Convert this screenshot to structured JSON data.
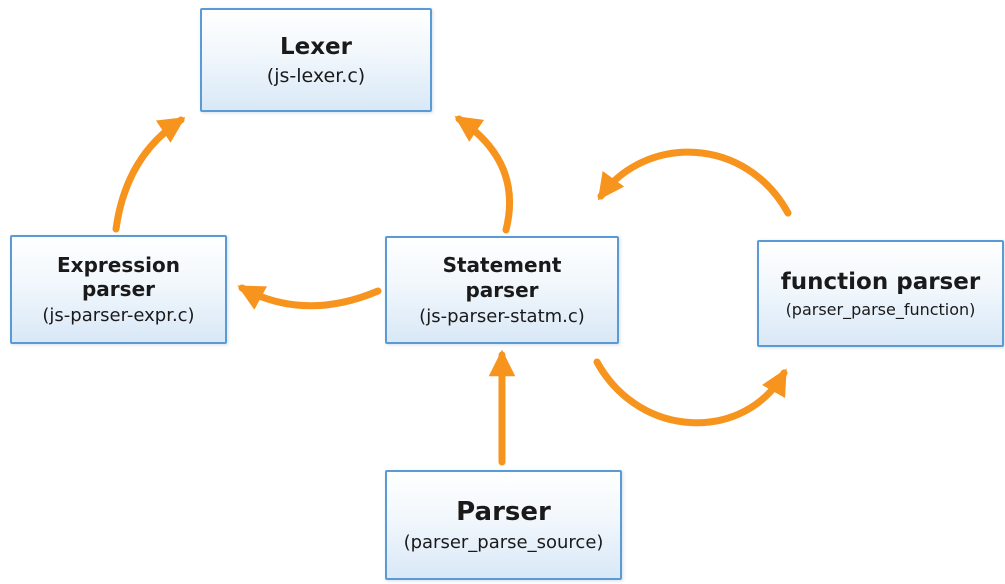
{
  "nodes": {
    "lexer": {
      "title": "Lexer",
      "subtitle": "(js-lexer.c)"
    },
    "expression_parser": {
      "title_line1": "Expression",
      "title_line2": "parser",
      "subtitle": "(js-parser-expr.c)"
    },
    "statement_parser": {
      "title_line1": "Statement",
      "title_line2": "parser",
      "subtitle": "(js-parser-statm.c)"
    },
    "function_parser": {
      "title": "function parser",
      "subtitle": "(parser_parse_function)"
    },
    "parser": {
      "title": "Parser",
      "subtitle": "(parser_parse_source)"
    }
  },
  "arrows": [
    {
      "from": "expression_parser",
      "to": "lexer"
    },
    {
      "from": "statement_parser",
      "to": "lexer"
    },
    {
      "from": "statement_parser",
      "to": "expression_parser"
    },
    {
      "from": "parser",
      "to": "statement_parser"
    },
    {
      "from": "function_parser",
      "to": "statement_parser"
    },
    {
      "from": "statement_parser",
      "to": "function_parser"
    }
  ],
  "colors": {
    "arrow": "#F7941D",
    "box_border": "#5B9BD5",
    "box_fill_top": "#FFFFFF",
    "box_fill_bottom": "#D9E8F7",
    "text": "#1A1A1A"
  }
}
